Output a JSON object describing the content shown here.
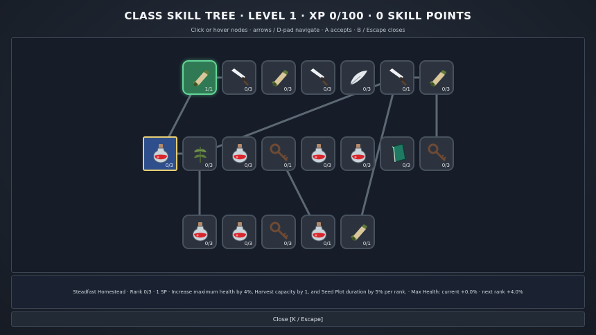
{
  "header": {
    "title": "CLASS SKILL TREE  ·  LEVEL 1  ·  XP 0/100  ·  0 SKILL POINTS",
    "subtitle": "Click or hover nodes · arrows / D-pad navigate · A accepts · B / Escape closes"
  },
  "tree": {
    "nodes": [
      {
        "id": "n1",
        "icon": "scroll-icon",
        "rank": "1/1",
        "state": "unlocked"
      },
      {
        "id": "n2",
        "icon": "dagger-icon",
        "rank": "0/3",
        "state": "locked"
      },
      {
        "id": "n3",
        "icon": "scroll-icon",
        "rank": "0/3",
        "state": "locked"
      },
      {
        "id": "n4",
        "icon": "dagger-icon",
        "rank": "0/3",
        "state": "locked"
      },
      {
        "id": "n5",
        "icon": "feather-icon",
        "rank": "0/3",
        "state": "locked"
      },
      {
        "id": "n6",
        "icon": "dagger-icon",
        "rank": "0/1",
        "state": "locked"
      },
      {
        "id": "n7",
        "icon": "scroll-icon",
        "rank": "0/3",
        "state": "locked"
      },
      {
        "id": "n8",
        "icon": "potion-icon",
        "rank": "0/3",
        "state": "selected"
      },
      {
        "id": "n9",
        "icon": "herb-icon",
        "rank": "0/3",
        "state": "locked"
      },
      {
        "id": "n10",
        "icon": "potion-icon",
        "rank": "0/3",
        "state": "locked"
      },
      {
        "id": "n11",
        "icon": "key-icon",
        "rank": "0/1",
        "state": "locked"
      },
      {
        "id": "n12",
        "icon": "potion-icon",
        "rank": "0/3",
        "state": "locked"
      },
      {
        "id": "n13",
        "icon": "potion-icon",
        "rank": "0/3",
        "state": "locked"
      },
      {
        "id": "n14",
        "icon": "book-icon",
        "rank": "0/3",
        "state": "locked"
      },
      {
        "id": "n15",
        "icon": "key-icon",
        "rank": "0/3",
        "state": "locked"
      },
      {
        "id": "n16",
        "icon": "potion-icon",
        "rank": "0/3",
        "state": "locked"
      },
      {
        "id": "n17",
        "icon": "potion-icon",
        "rank": "0/3",
        "state": "locked"
      },
      {
        "id": "n18",
        "icon": "key-icon",
        "rank": "0/3",
        "state": "locked"
      },
      {
        "id": "n19",
        "icon": "potion-icon",
        "rank": "0/1",
        "state": "locked"
      },
      {
        "id": "n20",
        "icon": "scroll-icon",
        "rank": "0/1",
        "state": "locked"
      }
    ],
    "edges": [
      [
        "n1",
        "n2"
      ],
      [
        "n1",
        "n8"
      ],
      [
        "n6",
        "n7"
      ],
      [
        "n6",
        "n9"
      ],
      [
        "n6",
        "n20"
      ],
      [
        "n7",
        "n15"
      ],
      [
        "n8",
        "n9"
      ],
      [
        "n9",
        "n16"
      ],
      [
        "n11",
        "n19"
      ]
    ]
  },
  "info": {
    "text": "Steadfast Homestead · Rank 0/3 · 1 SP · Increase maximum health by 4%, Harvest capacity by 1, and Seed Plot duration by 5% per rank. · Max Health: current +0.0% · next rank +4.0%"
  },
  "close": {
    "label": "Close  [K / Escape]"
  },
  "colors": {
    "unlocked": "#2f7a54",
    "selected": "#2e4f8c",
    "selected_border": "#e9cf74",
    "edge": "#5d6875"
  }
}
